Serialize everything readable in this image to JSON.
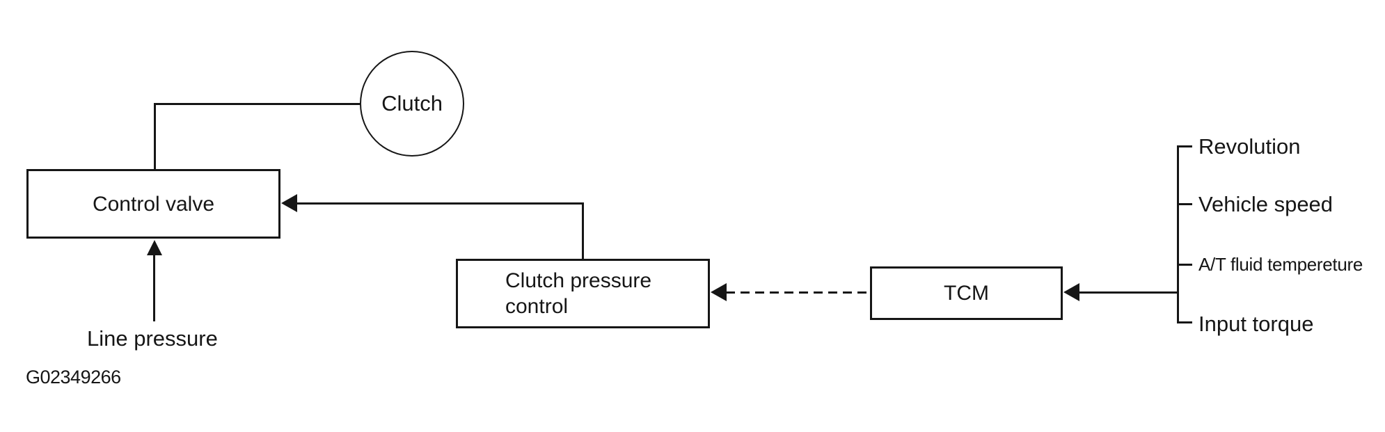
{
  "diagram": {
    "title_implicit": "Clutch pressure control flow",
    "colors": {
      "ink": "#161616",
      "background": "#ffffff"
    },
    "nodes": {
      "clutch": {
        "label": "Clutch",
        "shape": "circle"
      },
      "control_valve": {
        "label": "Control valve",
        "shape": "rect"
      },
      "clutch_pressure_control": {
        "label_line1": "Clutch pressure",
        "label_line2": "control",
        "shape": "rect"
      },
      "tcm": {
        "label": "TCM",
        "shape": "rect"
      }
    },
    "inputs": [
      {
        "label": "Revolution"
      },
      {
        "label": "Vehicle speed"
      },
      {
        "label": "A/T fluid tempereture"
      },
      {
        "label": "Input torque"
      }
    ],
    "annotations": {
      "line_pressure": "Line pressure",
      "figure_id": "G02349266"
    },
    "edges": [
      {
        "from": "control_valve",
        "to": "clutch",
        "style": "solid",
        "arrow": "none"
      },
      {
        "from": "clutch_pressure_control",
        "to": "control_valve",
        "style": "solid",
        "arrow": "into-control-valve"
      },
      {
        "from": "tcm",
        "to": "clutch_pressure_control",
        "style": "dashed",
        "arrow": "into-clutch-pressure-control"
      },
      {
        "from": "inputs_bracket",
        "to": "tcm",
        "style": "solid",
        "arrow": "into-tcm"
      },
      {
        "from": "line_pressure",
        "to": "control_valve",
        "style": "solid",
        "arrow": "up-into-control-valve"
      }
    ]
  }
}
